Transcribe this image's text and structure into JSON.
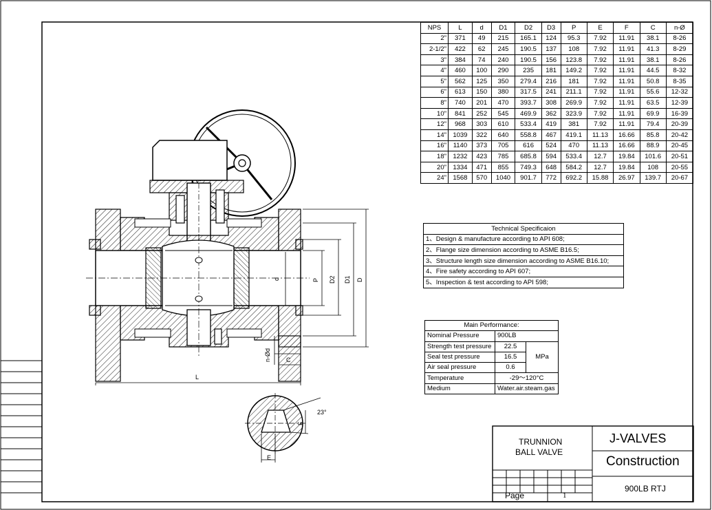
{
  "dimension_table": {
    "headers": [
      "NPS",
      "L",
      "d",
      "D1",
      "D2",
      "D3",
      "P",
      "E",
      "F",
      "C",
      "n-Ø"
    ],
    "rows": [
      [
        "2\"",
        "371",
        "49",
        "215",
        "165.1",
        "124",
        "95.3",
        "7.92",
        "11.91",
        "38.1",
        "8-26"
      ],
      [
        "2-1/2\"",
        "422",
        "62",
        "245",
        "190.5",
        "137",
        "108",
        "7.92",
        "11.91",
        "41.3",
        "8-29"
      ],
      [
        "3\"",
        "384",
        "74",
        "240",
        "190.5",
        "156",
        "123.8",
        "7.92",
        "11.91",
        "38.1",
        "8-26"
      ],
      [
        "4\"",
        "460",
        "100",
        "290",
        "235",
        "181",
        "149.2",
        "7.92",
        "11.91",
        "44.5",
        "8-32"
      ],
      [
        "5\"",
        "562",
        "125",
        "350",
        "279.4",
        "216",
        "181",
        "7.92",
        "11.91",
        "50.8",
        "8-35"
      ],
      [
        "6\"",
        "613",
        "150",
        "380",
        "317.5",
        "241",
        "211.1",
        "7.92",
        "11.91",
        "55.6",
        "12-32"
      ],
      [
        "8\"",
        "740",
        "201",
        "470",
        "393.7",
        "308",
        "269.9",
        "7.92",
        "11.91",
        "63.5",
        "12-39"
      ],
      [
        "10\"",
        "841",
        "252",
        "545",
        "469.9",
        "362",
        "323.9",
        "7.92",
        "11.91",
        "69.9",
        "16-39"
      ],
      [
        "12\"",
        "968",
        "303",
        "610",
        "533.4",
        "419",
        "381",
        "7.92",
        "11.91",
        "79.4",
        "20-39"
      ],
      [
        "14\"",
        "1039",
        "322",
        "640",
        "558.8",
        "467",
        "419.1",
        "11.13",
        "16.66",
        "85.8",
        "20-42"
      ],
      [
        "16\"",
        "1140",
        "373",
        "705",
        "616",
        "524",
        "470",
        "11.13",
        "16.66",
        "88.9",
        "20-45"
      ],
      [
        "18\"",
        "1232",
        "423",
        "785",
        "685.8",
        "594",
        "533.4",
        "12.7",
        "19.84",
        "101.6",
        "20-51"
      ],
      [
        "20\"",
        "1334",
        "471",
        "855",
        "749.3",
        "648",
        "584.2",
        "12.7",
        "19.84",
        "108",
        "20-55"
      ],
      [
        "24\"",
        "1568",
        "570",
        "1040",
        "901.7",
        "772",
        "692.2",
        "15.88",
        "26.97",
        "139.7",
        "20-67"
      ]
    ]
  },
  "technical_spec": {
    "title": "Technical Specificaion",
    "items": [
      "1、Design & manufacture according to API 608;",
      "2、Flange size dimension according to ASME B16.5;",
      "3、Structure length size dimension according to ASME B16.10;",
      "4、Fire safety according to API 607;",
      "5、Inspection & test according to API 598;"
    ]
  },
  "main_performance": {
    "title": "Main Performance:",
    "nominal_label": "Nominal Pressure",
    "nominal_value": "900LB",
    "strength_label": "Strength test pressure",
    "strength_value": "22.5",
    "seal_label": "Seal test pressure",
    "seal_value": "16.5",
    "air_label": "Air seal pressure",
    "air_value": "0.6",
    "unit": "MPa",
    "temperature_label": "Temperature",
    "temperature_value": "-29～120°C",
    "medium_label": "Medium",
    "medium_value": "Water.air.steam.gas"
  },
  "title_block": {
    "product_line1": "TRUNNION",
    "product_line2": "BALL  VALVE",
    "company": "J-VALVES",
    "sheet_title": "Construction",
    "rating": "900LB RTJ",
    "page_label": "Page",
    "page_number": "1"
  },
  "drawing_labels": {
    "length": "L",
    "bore": "d",
    "pitch": "P",
    "d2": "D2",
    "d1": "D1",
    "outer": "D",
    "bolt_holes": "n-Ød",
    "c": "C",
    "angle": "23°",
    "f": "F",
    "e": "E"
  }
}
